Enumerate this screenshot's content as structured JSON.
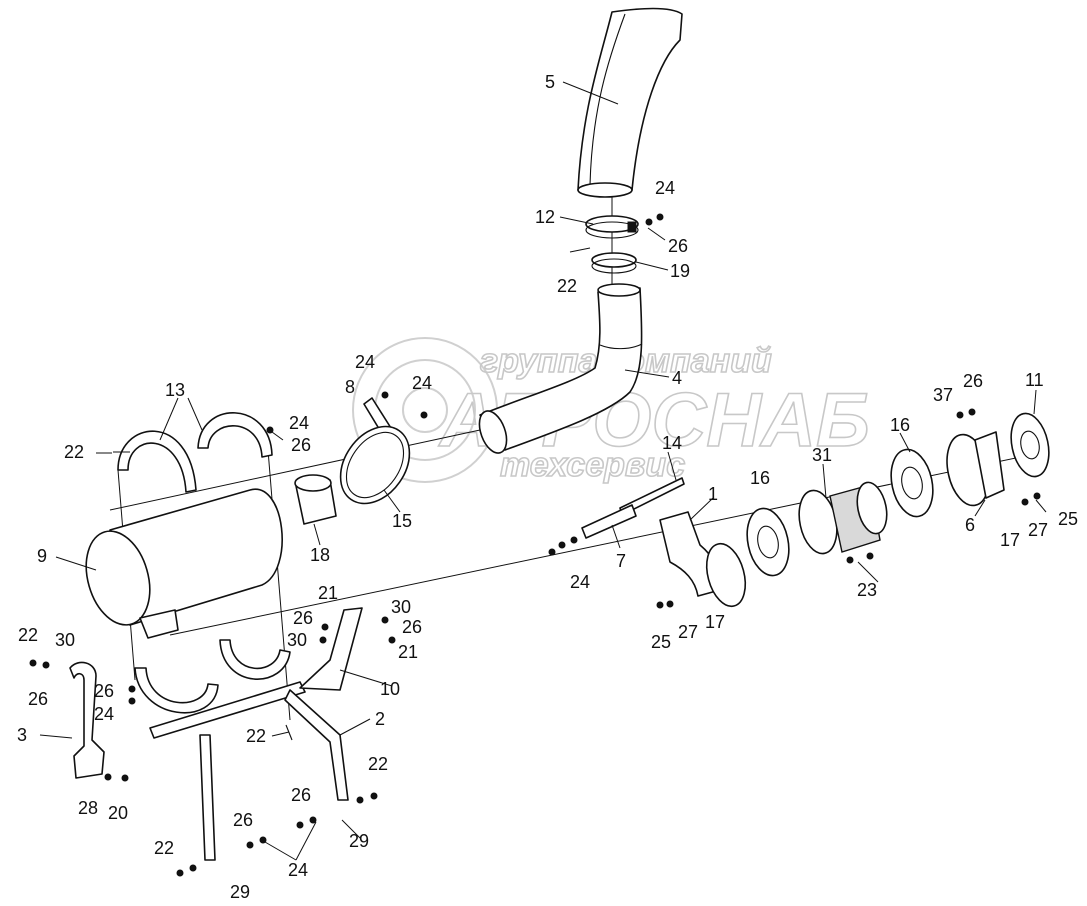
{
  "watermark": {
    "line1": "группа компаний",
    "line2": "АГРОСНАБ",
    "line3": "техсервис"
  },
  "callouts": {
    "c5": "5",
    "c24a": "24",
    "c12": "12",
    "c26a": "26",
    "c22a": "22",
    "c19": "19",
    "c4": "4",
    "c24b": "24",
    "c8": "8",
    "c24c": "24",
    "c13": "13",
    "c24d": "24",
    "c22b": "22",
    "c26b": "26",
    "c15": "15",
    "c18": "18",
    "c9": "9",
    "c14": "14",
    "c1": "1",
    "c7": "7",
    "c24e": "24",
    "c16a": "16",
    "c31": "31",
    "c16b": "16",
    "c37": "37",
    "c26c": "26",
    "c11": "11",
    "c6": "6",
    "c17a": "17",
    "c27a": "27",
    "c25a": "25",
    "c23": "23",
    "c25b": "25",
    "c27b": "27",
    "c17b": "17",
    "c21a": "21",
    "c26d": "26",
    "c30a": "30",
    "c30b": "30",
    "c26e": "26",
    "c21b": "21",
    "c10": "10",
    "c22c": "22",
    "c30c": "30",
    "c26f": "26",
    "c26g": "26",
    "c24f": "24",
    "c3": "3",
    "c2": "2",
    "c22d": "22",
    "c28": "28",
    "c20": "20",
    "c22e": "22",
    "c26h": "26",
    "c26i": "26",
    "c29a": "29",
    "c24g": "24",
    "c22f": "22",
    "c29b": "29"
  }
}
